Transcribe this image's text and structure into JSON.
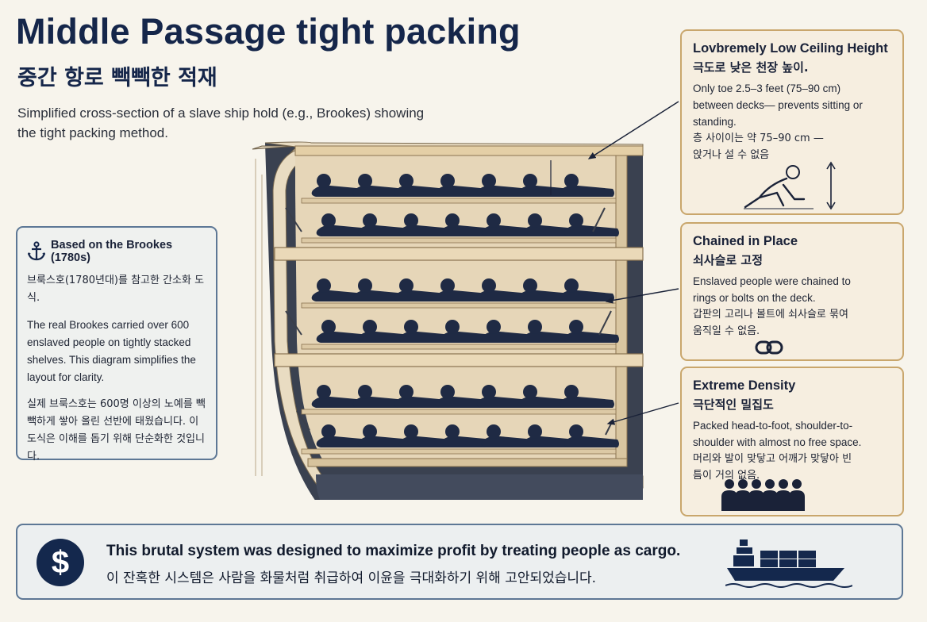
{
  "header": {
    "title": "Middle Passage tight packing",
    "title_ko": "중간 항로 빽빽한 적재",
    "description": "Simplified cross-section of a slave ship hold (e.g., Brookes) showing the tight packing method."
  },
  "info_card": {
    "title": "Based on the Brookes (1780s)",
    "title_ko": "브룩스호(1780년대)를 참고한 간소화 도식.",
    "body": "The real Brookes carried over 600 enslaved people on tightly stacked shelves. This diagram simplifies the layout for clarity.",
    "body_ko": "실제 브룩스호는 600명 이상의 노예를 빽빽하게 쌓아 올린 선반에 태웠습니다. 이 도식은 이해를 돕기 위해 단순화한 것입니다.",
    "icon": "anchor-icon"
  },
  "callouts": [
    {
      "title": "Lovbremely Low Ceiling Height",
      "title_ko": "극도로 낮은 천장 높이.",
      "body": "Only toe 2.5–3 feet (75–90 cm) between decks— prevents sitting or standing.",
      "body_ko": "층 사이이는 약 75–90 cm — 앉거나 설 수 없음",
      "icon": "crouching-person-icon"
    },
    {
      "title": "Chained in Place",
      "title_ko": "쇠사슬로 고정",
      "body": "Enslaved people were chained to rings or bolts on the deck.",
      "body_ko": "갑판의 고리나 볼트에 쇠사슬로 묶여 움직일 수 없음.",
      "icon": "chain-link-icon"
    },
    {
      "title": "Extreme Density",
      "title_ko": "극단적인 밀집도",
      "body": "Packed head-to-foot, shoulder-to-shoulder with almost no free space.",
      "body_ko": "머리와 발이 맞닿고 어깨가 맞닿아 빈틈이 거의 없음.",
      "icon": "crowd-icon"
    }
  ],
  "banner": {
    "text": "This brutal system was designed to maximize profit by treating people as cargo.",
    "text_ko": "이 잔혹한 시스템은 사람을 화물처럼 취급하여 이윤을 극대화하기 위해 고안되었습니다.",
    "badge": "$",
    "icon": "cargo-ship-icon"
  },
  "diagram": {
    "decks": 3,
    "rows_per_deck": 2,
    "colors": {
      "hull": "#e3d3b3",
      "hull_dark": "#3a4150",
      "figures": "#1f2a44",
      "shelf": "#ead9b8"
    }
  }
}
